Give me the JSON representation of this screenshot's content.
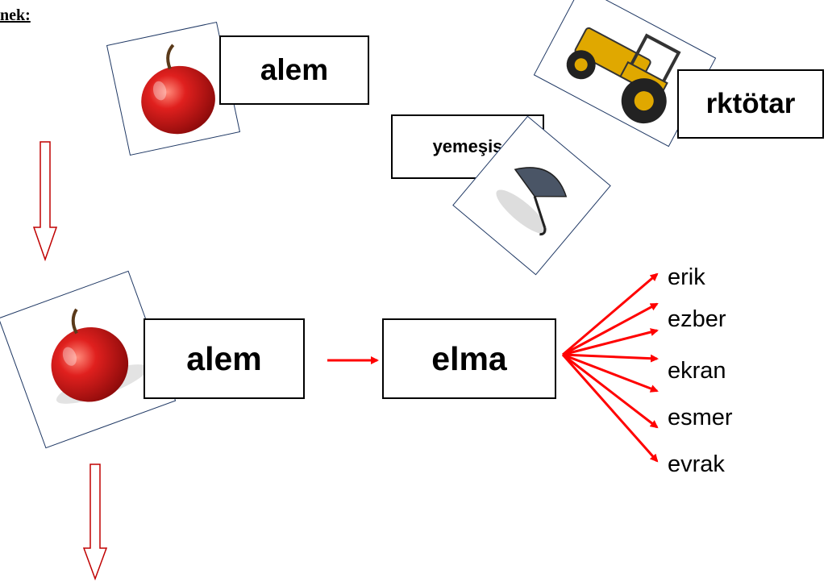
{
  "heading": "nek:",
  "top_card": {
    "label": "alem",
    "image": "apple-icon"
  },
  "tractor_card": {
    "label": "rktötar",
    "image": "tractor-icon"
  },
  "umbrella_card": {
    "label": "yemeşis",
    "image": "umbrella-icon"
  },
  "bottom_row": {
    "scrambled": "alem",
    "solved": "elma",
    "image": "apple-icon"
  },
  "words": [
    "erik",
    "ezber",
    "ekran",
    "esmer",
    "evrak"
  ],
  "colors": {
    "arrow_red": "#ff0000",
    "outline_arrow": "#c00000",
    "card_border": "#1f3864"
  }
}
